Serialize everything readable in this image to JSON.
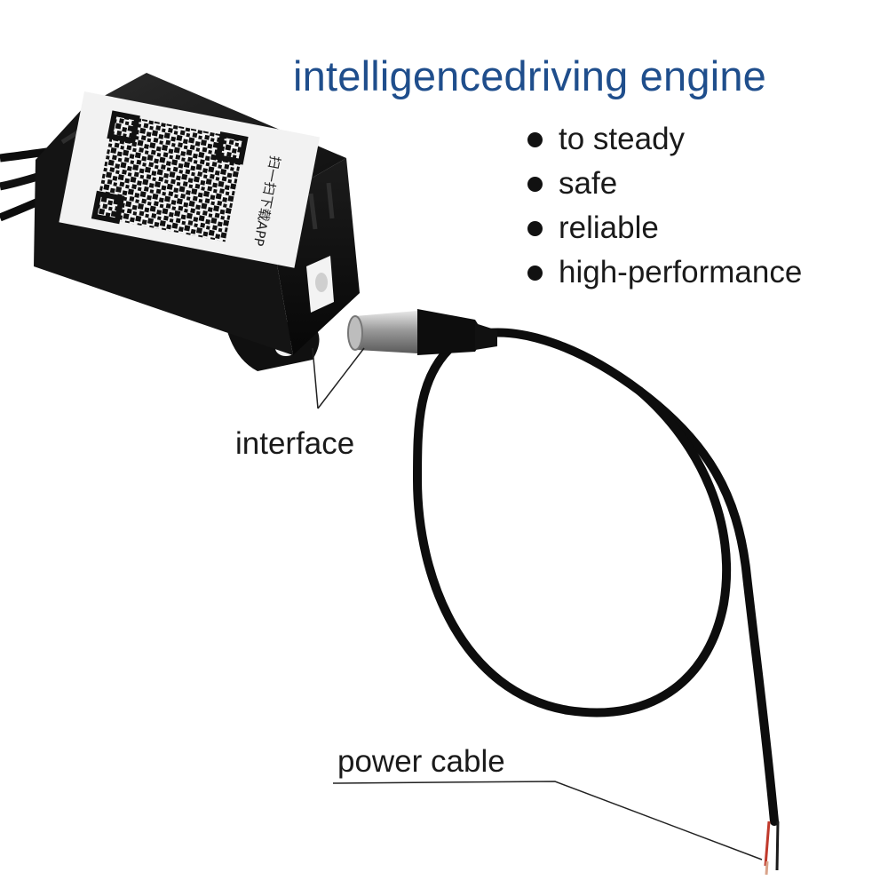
{
  "headline": "intelligencedriving engine",
  "features": [
    "to steady",
    "safe",
    "reliable",
    "high-performance"
  ],
  "callouts": {
    "interface": "interface",
    "power_cable": "power cable"
  },
  "device_label": {
    "app_text": "扫一扫下载APP"
  },
  "colors": {
    "headline": "#1f4e8c",
    "device_body": "#121212",
    "cable": "#0d0d0d",
    "wire_tip": "#c0392b"
  },
  "icons": [
    "qr-code-icon",
    "bullet-dot-icon"
  ]
}
